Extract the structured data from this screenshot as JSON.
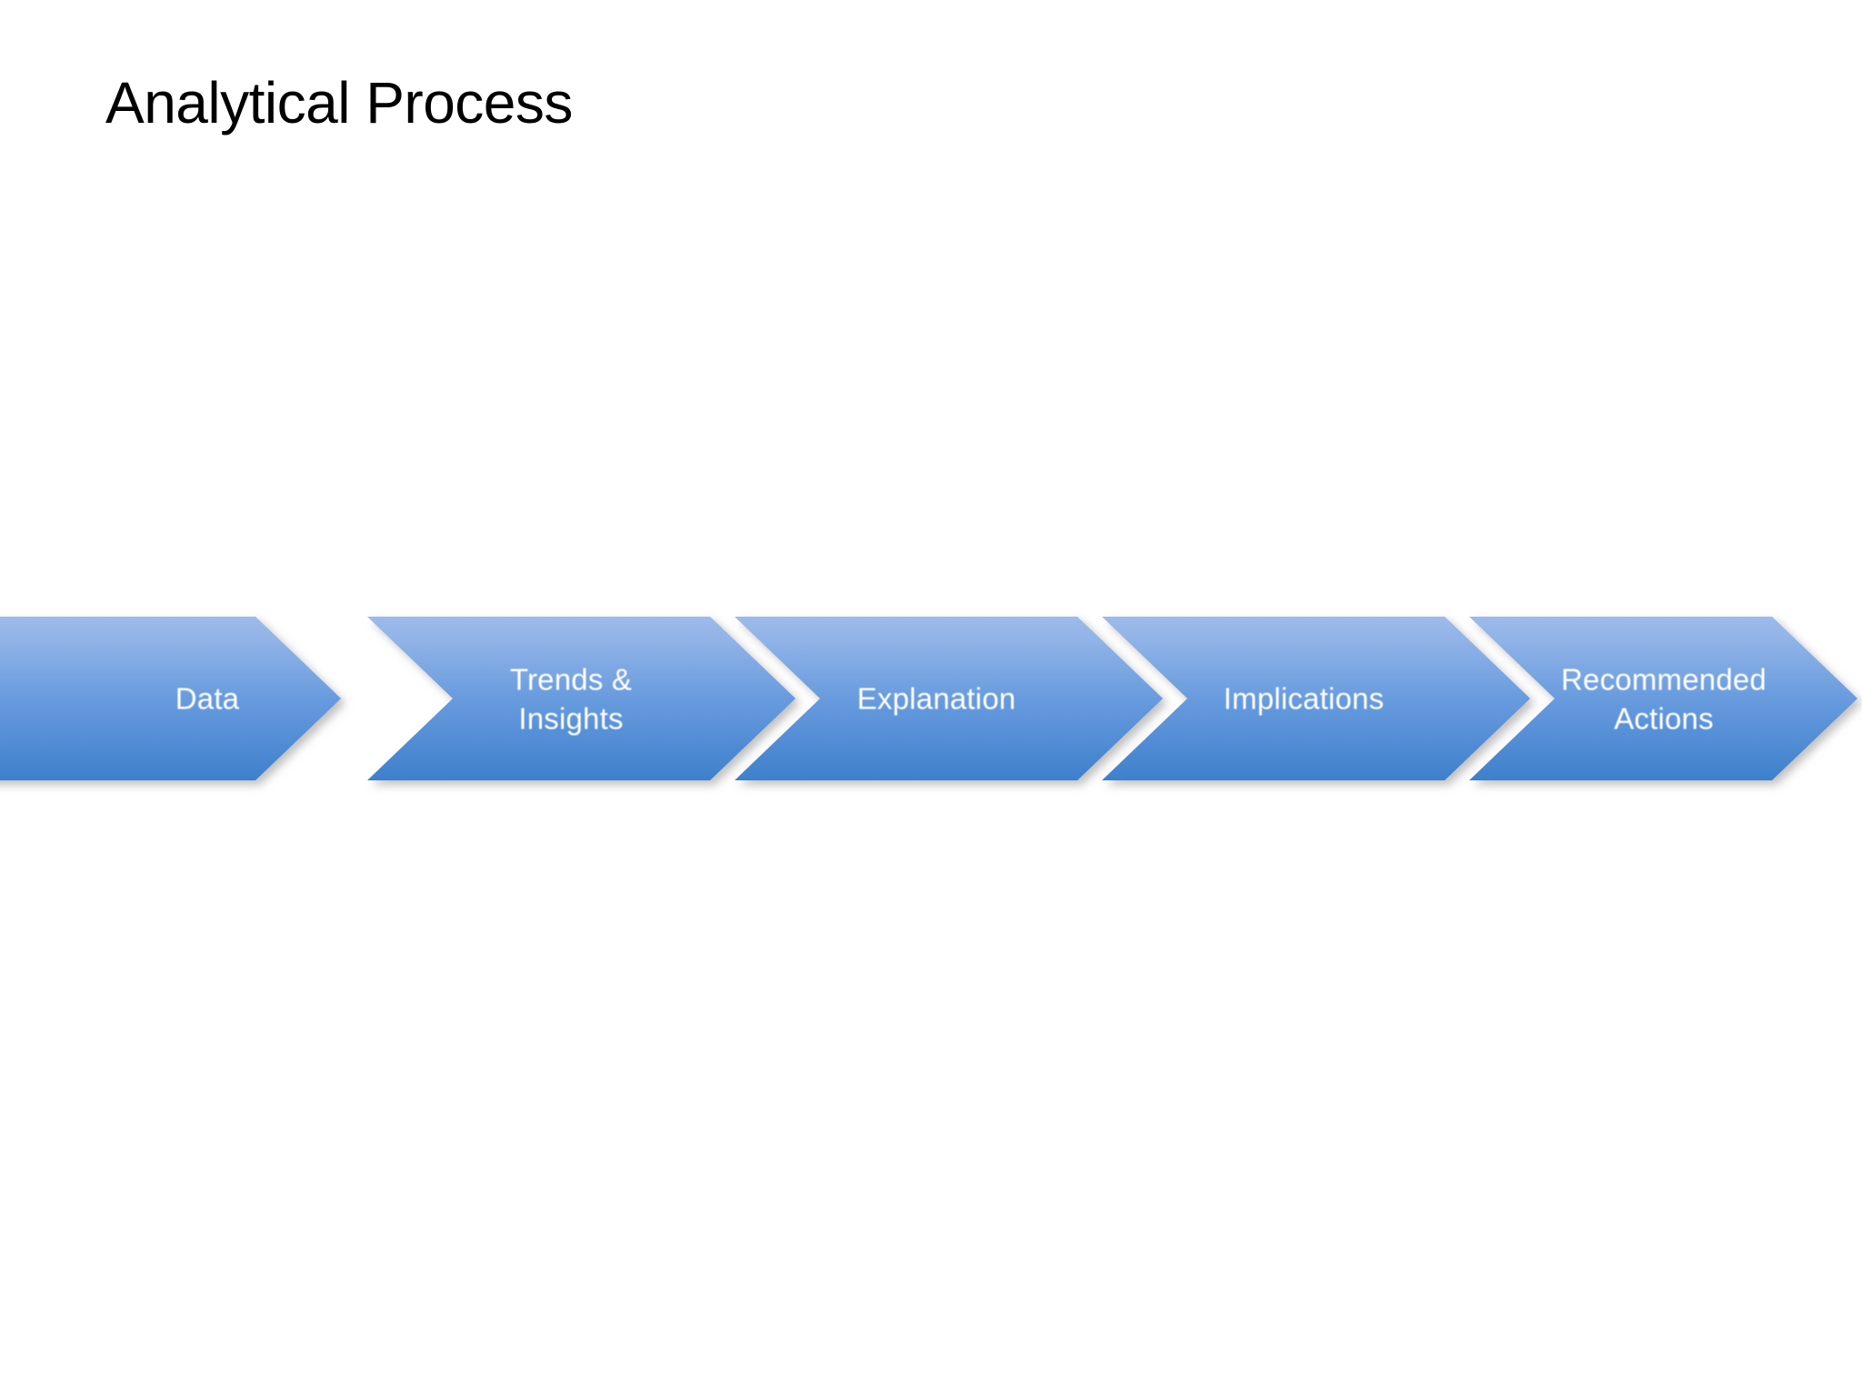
{
  "slide": {
    "title": "Analytical Process",
    "background_color": "#ffffff",
    "title_color": "#000000"
  },
  "process_flow": {
    "name": "analytical-process-chevron-flow",
    "direction": "left-to-right",
    "accent_color_light": "#9DBAEA",
    "accent_color_mid": "#689BDE",
    "accent_color_dark": "#3E80CC",
    "label_color": "#FFFFFF",
    "steps": [
      {
        "index": 1,
        "label": "Data",
        "lines": [
          "Data"
        ]
      },
      {
        "index": 2,
        "label": "Trends & Insights",
        "lines": [
          "Trends &",
          "Insights"
        ]
      },
      {
        "index": 3,
        "label": "Explanation",
        "lines": [
          "Explanation"
        ]
      },
      {
        "index": 4,
        "label": "Implications",
        "lines": [
          "Implications"
        ]
      },
      {
        "index": 5,
        "label": "Recommended Actions",
        "lines": [
          "Recommended",
          "Actions"
        ]
      }
    ]
  }
}
